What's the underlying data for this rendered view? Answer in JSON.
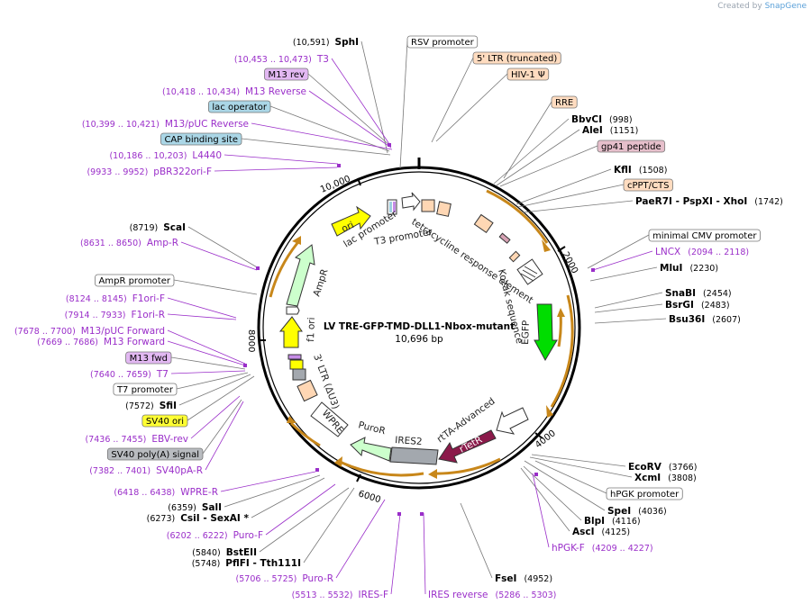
{
  "app": {
    "credit_prefix": "Created by",
    "credit_brand": "SnapGene"
  },
  "plasmid": {
    "name": "LV TRE-GFP-TMD-DLL1-Nbox-mutant",
    "length_label": "10,696 bp"
  },
  "colors": {
    "primer": "#9a2ec9",
    "ori_yellow": "#ffff00",
    "ampr_green": "#ccffcc",
    "egfp_green": "#00dd00",
    "rtetr_maroon": "#8b1a4a",
    "peach": "#ffd7b4",
    "orf_arrow": "#c8871a"
  },
  "ticks": [
    {
      "label": "2000"
    },
    {
      "label": "4000"
    },
    {
      "label": "6000"
    },
    {
      "label": "8000"
    },
    {
      "label": "10,000"
    }
  ],
  "inner_features": [
    {
      "label": "ori"
    },
    {
      "label": "AmpR"
    },
    {
      "label": "f1 ori"
    },
    {
      "label": "lac promoter"
    },
    {
      "label": "T3 promoter"
    },
    {
      "label": "tetracycline response element"
    },
    {
      "label": "Kozak sequence"
    },
    {
      "label": "EGFP"
    },
    {
      "label": "rtTA-Advanced"
    },
    {
      "label": "rTetR"
    },
    {
      "label": "IRES2"
    },
    {
      "label": "PuroR"
    },
    {
      "label": "WPRE"
    },
    {
      "label": "3' LTR (ΔU3)"
    }
  ],
  "left_labels": [
    {
      "kind": "enzyme",
      "pos": "(10,591)",
      "name": "SphI"
    },
    {
      "kind": "primer",
      "pos": "(10,453 .. 10,473)",
      "name": "T3"
    },
    {
      "kind": "box",
      "name": "M13 rev"
    },
    {
      "kind": "primer",
      "pos": "(10,418 .. 10,434)",
      "name": "M13 Reverse"
    },
    {
      "kind": "box",
      "name": "lac operator"
    },
    {
      "kind": "primer",
      "pos": "(10,399 .. 10,421)",
      "name": "M13/pUC Reverse"
    },
    {
      "kind": "box",
      "name": "CAP binding site"
    },
    {
      "kind": "primer",
      "pos": "(10,186 .. 10,203)",
      "name": "L4440"
    },
    {
      "kind": "primer",
      "pos": "(9933 .. 9952)",
      "name": "pBR322ori-F"
    },
    {
      "kind": "enzyme",
      "pos": "(8719)",
      "name": "ScaI"
    },
    {
      "kind": "primer",
      "pos": "(8631 .. 8650)",
      "name": "Amp-R"
    },
    {
      "kind": "box",
      "name": "AmpR promoter"
    },
    {
      "kind": "primer",
      "pos": "(8124 .. 8145)",
      "name": "F1ori-F"
    },
    {
      "kind": "primer",
      "pos": "(7914 .. 7933)",
      "name": "F1ori-R"
    },
    {
      "kind": "primer",
      "pos": "(7678 .. 7700)",
      "name": "M13/pUC Forward"
    },
    {
      "kind": "primer",
      "pos": "(7669 .. 7686)",
      "name": "M13 Forward"
    },
    {
      "kind": "box",
      "name": "M13 fwd"
    },
    {
      "kind": "primer",
      "pos": "(7640 .. 7659)",
      "name": "T7"
    },
    {
      "kind": "box",
      "name": "T7 promoter"
    },
    {
      "kind": "enzyme",
      "pos": "(7572)",
      "name": "SfiI"
    },
    {
      "kind": "box",
      "name": "SV40 ori"
    },
    {
      "kind": "primer",
      "pos": "(7436 .. 7455)",
      "name": "EBV-rev"
    },
    {
      "kind": "box",
      "name": "SV40 poly(A) signal"
    },
    {
      "kind": "primer",
      "pos": "(7382 .. 7401)",
      "name": "SV40pA-R"
    },
    {
      "kind": "primer",
      "pos": "(6418 .. 6438)",
      "name": "WPRE-R"
    },
    {
      "kind": "enzyme",
      "pos": "(6359)",
      "name": "SalI"
    },
    {
      "kind": "enzyme",
      "pos": "(6273)",
      "name": "CsiI - SexAI *"
    },
    {
      "kind": "primer",
      "pos": "(6202 .. 6222)",
      "name": "Puro-F"
    },
    {
      "kind": "enzyme",
      "pos": "(5840)",
      "name": "BstEII"
    },
    {
      "kind": "enzyme",
      "pos": "(5748)",
      "name": "PflFI - Tth111I"
    },
    {
      "kind": "primer",
      "pos": "(5706 .. 5725)",
      "name": "Puro-R"
    },
    {
      "kind": "primer",
      "pos": "(5513 .. 5532)",
      "name": "IRES-F"
    }
  ],
  "right_labels": [
    {
      "kind": "box",
      "name": "RSV promoter"
    },
    {
      "kind": "box",
      "name": "5' LTR (truncated)"
    },
    {
      "kind": "box",
      "name": "HIV-1 Ψ"
    },
    {
      "kind": "box",
      "name": "RRE"
    },
    {
      "kind": "enzyme",
      "name": "BbvCI",
      "pos": "(998)"
    },
    {
      "kind": "enzyme",
      "name": "AleI",
      "pos": "(1151)"
    },
    {
      "kind": "box",
      "name": "gp41 peptide"
    },
    {
      "kind": "enzyme",
      "name": "KflI",
      "pos": "(1508)"
    },
    {
      "kind": "box",
      "name": "cPPT/CTS"
    },
    {
      "kind": "enzyme",
      "name": "PaeR7I - PspXI - XhoI",
      "pos": "(1742)"
    },
    {
      "kind": "box",
      "name": "minimal CMV promoter"
    },
    {
      "kind": "primer",
      "name": "LNCX",
      "pos": "(2094 .. 2118)"
    },
    {
      "kind": "enzyme",
      "name": "MluI",
      "pos": "(2230)"
    },
    {
      "kind": "enzyme",
      "name": "SnaBI",
      "pos": "(2454)"
    },
    {
      "kind": "enzyme",
      "name": "BsrGI",
      "pos": "(2483)"
    },
    {
      "kind": "enzyme",
      "name": "Bsu36I",
      "pos": "(2607)"
    },
    {
      "kind": "enzyme",
      "name": "EcoRV",
      "pos": "(3766)"
    },
    {
      "kind": "enzyme",
      "name": "XcmI",
      "pos": "(3808)"
    },
    {
      "kind": "box",
      "name": "hPGK promoter"
    },
    {
      "kind": "enzyme",
      "name": "SpeI",
      "pos": "(4036)"
    },
    {
      "kind": "enzyme",
      "name": "BlpI",
      "pos": "(4116)"
    },
    {
      "kind": "enzyme",
      "name": "AscI",
      "pos": "(4125)"
    },
    {
      "kind": "primer",
      "name": "hPGK-F",
      "pos": "(4209 .. 4227)"
    },
    {
      "kind": "enzyme",
      "name": "FseI",
      "pos": "(4952)"
    },
    {
      "kind": "primer",
      "name": "IRES reverse",
      "pos": "(5286 .. 5303)"
    }
  ]
}
